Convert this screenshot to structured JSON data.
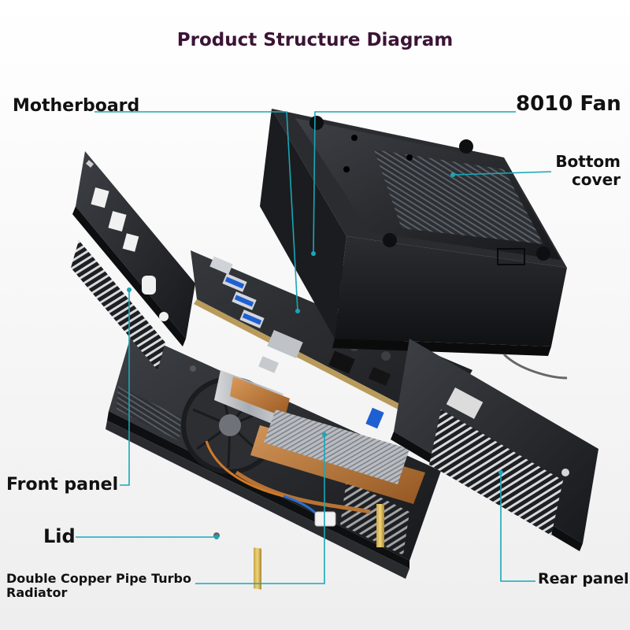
{
  "title": "Product Structure Diagram",
  "labels": {
    "motherboard": "Motherboard",
    "fan": "8010 Fan",
    "bottom_cover_line1": "Bottom",
    "bottom_cover_line2": "cover",
    "front_panel": "Front panel",
    "lid": "Lid",
    "radiator_line1": "Double Copper Pipe Turbo",
    "radiator_line2": "Radiator",
    "rear_panel": "Rear panel"
  },
  "colors": {
    "title": "#3b1435",
    "leader_line": "#19a7b8",
    "metal_dark": "#1f2124",
    "metal_mid": "#3a3d42",
    "pcb": "#2a2c2f",
    "copper": "#b87333",
    "usb_blue": "#1e5fd1"
  }
}
